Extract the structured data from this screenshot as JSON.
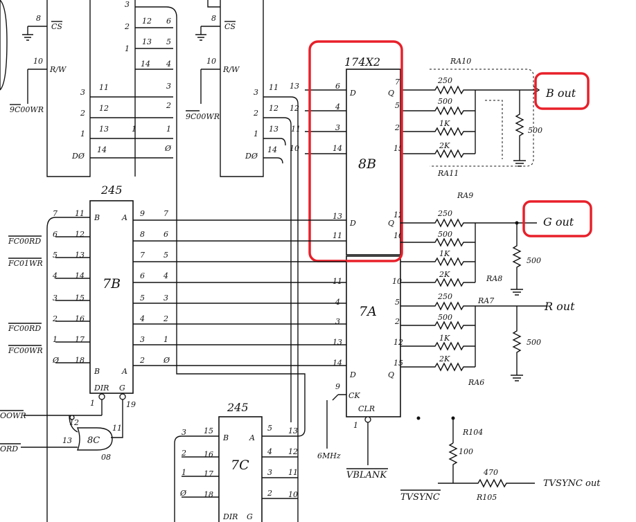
{
  "chips": {
    "chip_174x2": {
      "part": "174X2",
      "ref": "8B"
    },
    "chip_7a": {
      "ref": "7A",
      "clk": "CK",
      "clr": "CLR"
    },
    "chip_7b": {
      "part": "245",
      "ref": "7B",
      "dir": "DIR",
      "g": "G",
      "pin_b_top": "B",
      "pin_a_top": "A",
      "pin_b_bot": "B",
      "pin_a_bot": "A"
    },
    "chip_7c": {
      "part": "245",
      "ref": "7C",
      "dir": "DIR",
      "g": "G",
      "pin_b": "B",
      "pin_a": "A"
    },
    "chip_8c": {
      "ref": "8C",
      "type": "08"
    },
    "ram_left": {
      "cs": "CS",
      "rw": "R/W",
      "pin_do": "DØ"
    },
    "ram_right": {
      "cs": "CS",
      "rw": "R/W",
      "pin_do": "DØ"
    }
  },
  "signals": {
    "b_out": "B out",
    "g_out": "G out",
    "r_out": "R out",
    "tvsync_out": "TVSYNC out",
    "tvsync": "TVSYNC",
    "vblank": "VBLANK",
    "clock": "6MHz",
    "nine_c00_wr_left": "9C00WR",
    "nine_c00_wr_right": "9C00WR",
    "f_c00_rd": "FC00RD",
    "f_c01_wr": "FC01WR",
    "f_c00_rd_2": "FC00RD",
    "f_c00_wr": "FC00WR",
    "oowr_left": "OOWR",
    "ord_left": "ORD"
  },
  "resistor_networks": [
    {
      "name": "RA10",
      "values": [
        "250",
        "500"
      ]
    },
    {
      "name": "RA11",
      "values": [
        "1K",
        "2K"
      ]
    },
    {
      "name": "RA9",
      "values": [
        "250",
        "500",
        "1K",
        "2K"
      ]
    },
    {
      "name": "RA8",
      "values": [
        "500"
      ]
    },
    {
      "name": "RA7",
      "values": [
        "250",
        "500",
        "1K",
        "2K"
      ]
    },
    {
      "name": "RA6",
      "values": []
    }
  ],
  "resistors": {
    "b_load": "500",
    "g_load": "500",
    "r_load": "500",
    "r104": {
      "name": "R104",
      "value": "100"
    },
    "r105": {
      "name": "R105",
      "value": "470"
    }
  },
  "pins": {
    "ram_left_in": [
      "11",
      "12",
      "13",
      "14"
    ],
    "ram_left_side": [
      "3",
      "2",
      "1",
      "DØ"
    ],
    "ram_left_top": [
      "8",
      "10"
    ],
    "bus_top": [
      "3",
      "2",
      "1",
      "12",
      "6",
      "13",
      "5",
      "14",
      "4",
      "3",
      "2",
      "Ø"
    ],
    "ram_right_in": [
      "11",
      "12",
      "13",
      "14"
    ],
    "ram_right_side": [
      "3",
      "2",
      "1",
      "DØ"
    ],
    "ram_right_top": [
      "8",
      "10"
    ],
    "chip8b_in": [
      "6",
      "4",
      "3",
      "14",
      "13",
      "11"
    ],
    "chip8b_out": [
      "7",
      "5",
      "2",
      "15",
      "12",
      "10"
    ],
    "chip8b_mid": [
      "13",
      "12",
      "11",
      "10"
    ],
    "chip8b_d": "D",
    "chip8b_q": "Q",
    "chip7a_in": [
      "11",
      "4",
      "3",
      "13",
      "14"
    ],
    "chip7a_out": [
      "10",
      "5",
      "2",
      "12",
      "15"
    ],
    "chip7a_clk": "9",
    "chip7a_clr": "1",
    "chip7b_b": [
      "11",
      "12",
      "13",
      "14",
      "15",
      "16",
      "17",
      "18"
    ],
    "chip7b_left": [
      "7",
      "6",
      "5",
      "4",
      "3",
      "2",
      "1",
      "Ø"
    ],
    "chip7b_a": [
      "9",
      "8",
      "7",
      "6",
      "5",
      "4",
      "3",
      "2"
    ],
    "chip7b_right": [
      "7",
      "6",
      "5",
      "4",
      "3",
      "2",
      "1",
      "Ø"
    ],
    "chip7b_dir": "1",
    "chip7b_g": "19",
    "chip8c_in": [
      "12",
      "13"
    ],
    "chip8c_out": "11",
    "chip7c_b": [
      "15",
      "16",
      "17",
      "18"
    ],
    "chip7c_left": [
      "3",
      "2",
      "1",
      "Ø"
    ],
    "chip7c_a": [
      "5",
      "4",
      "3",
      "2"
    ],
    "chip7c_right": [
      "13",
      "12",
      "11",
      "10"
    ]
  },
  "highlight_color": "#e8202a"
}
